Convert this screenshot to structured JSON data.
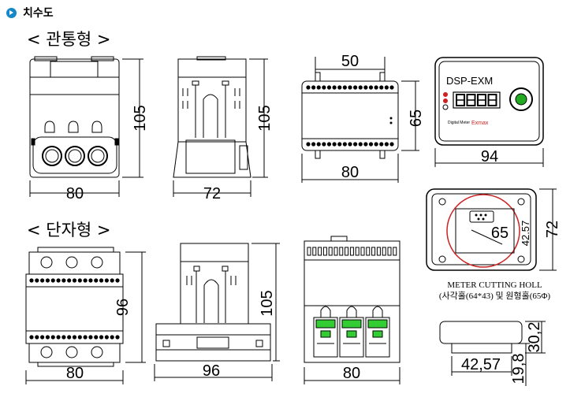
{
  "header": {
    "title": "치수도",
    "bullet_color": "#1687c9"
  },
  "sections": {
    "through_type": "< 관통형 >",
    "terminal_type": "< 단자형 >"
  },
  "dimensions": {
    "through_front_width": "80",
    "through_front_height": "105",
    "through_side_width": "72",
    "through_side_height": "105",
    "dsp_top_width": "50",
    "dsp_top_height": "65",
    "dsp_top_bottom_width": "80",
    "meter_width": "94",
    "cutout_height": "72",
    "cutout_sub": "42.57",
    "cutout_dia": "65",
    "terminal_front_width": "80",
    "terminal_front_height": "96",
    "terminal_side_width": "96",
    "terminal_side_height": "105",
    "terminal_top_width": "80",
    "depth_width": "42,57",
    "depth_height": "30,2",
    "depth_bottom": "19,8"
  },
  "meter": {
    "model": "DSP-EXM",
    "brand": "Exmax",
    "caption_small": "Digital Meter"
  },
  "caption": {
    "line1": "METER CUTTING HOLL",
    "line2": "(사각홀(64*43) 및 원형홀(65Φ)"
  },
  "colors": {
    "terminal_green": "#33cc33",
    "led_red": "#cc2222",
    "led_green": "#22aa22"
  }
}
